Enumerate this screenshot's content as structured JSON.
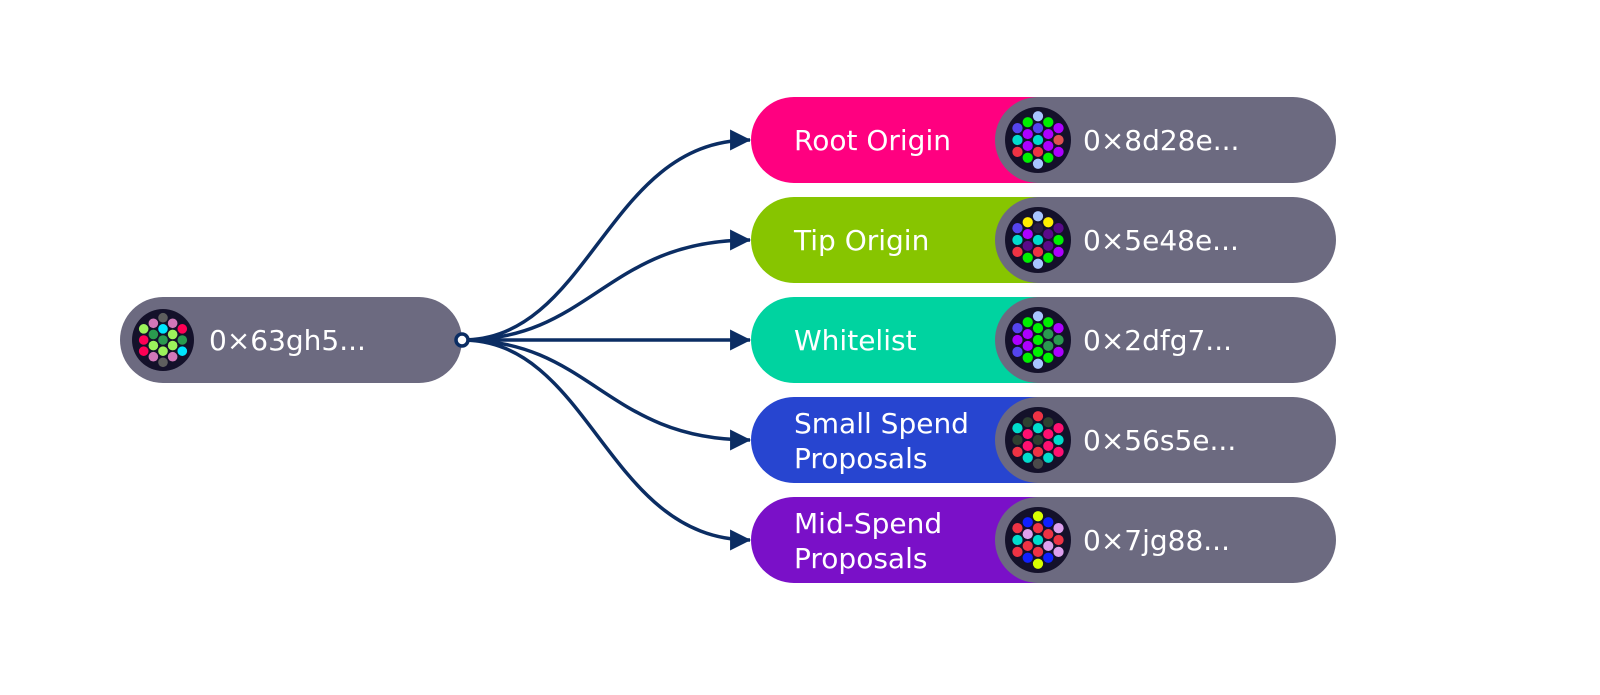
{
  "colors": {
    "pill_gray": "#6c6a80",
    "edge": "#0b2d63",
    "identicon_bg": "#14112a"
  },
  "source": {
    "address": "0×63gh5...",
    "identicon": [
      "#5e5e5e",
      "#d277b8",
      "#d277b8",
      "#9cf25b",
      "#00e6ff",
      "#ff0055",
      "#2a9a4f",
      "#9cf25b",
      "#ff0055",
      "#2a9a4f",
      "#2a9a4f",
      "#9cf25b",
      "#9cf25b",
      "#ff0055",
      "#9cf25b",
      "#00e6ff",
      "#d277b8",
      "#d277b8",
      "#5e5e5e"
    ]
  },
  "targets": [
    {
      "label_lines": [
        "Root Origin"
      ],
      "color": "#ff0080",
      "address": "0×8d28e...",
      "identicon": [
        "#a8c4ff",
        "#00f000",
        "#00f000",
        "#5544ee",
        "#5544ee",
        "#ad00ff",
        "#ad00ff",
        "#ad00ff",
        "#00dccc",
        "#00dccc",
        "#e05050",
        "#ad00ff",
        "#ad00ff",
        "#ee3344",
        "#ee3344",
        "#ad00ff",
        "#00f000",
        "#00f000",
        "#a8c4ff"
      ]
    },
    {
      "label_lines": [
        "Tip Origin"
      ],
      "color": "#87c500",
      "address": "0×5e48e...",
      "identicon": [
        "#a8c4ff",
        "#ffee00",
        "#ffee00",
        "#5544ee",
        "#2a1a44",
        "#5a0a8a",
        "#ad00ff",
        "#5a0a8a",
        "#00dccc",
        "#00dccc",
        "#00f000",
        "#5a0a8a",
        "#5a0a8a",
        "#ee3344",
        "#ee3344",
        "#ad00ff",
        "#00f000",
        "#00f000",
        "#a8c4ff"
      ]
    },
    {
      "label_lines": [
        "Whitelist"
      ],
      "color": "#00d3a0",
      "address": "0×2dfg7...",
      "identicon": [
        "#a8c4ff",
        "#00f000",
        "#00f000",
        "#5544ee",
        "#00f000",
        "#ad00ff",
        "#ad00ff",
        "#2a9a4f",
        "#ad00ff",
        "#00f000",
        "#2a9a4f",
        "#ad00ff",
        "#2a9a4f",
        "#5544ee",
        "#00f000",
        "#ad00ff",
        "#00f000",
        "#00f000",
        "#a8c4ff"
      ]
    },
    {
      "label_lines": [
        "Small Spend",
        "Proposals"
      ],
      "color": "#2745d0",
      "address": "0×56s5e...",
      "identicon": [
        "#ee3344",
        "#2e4030",
        "#2e4030",
        "#00dccc",
        "#00dccc",
        "#ff1070",
        "#ff1070",
        "#ff1070",
        "#2e4030",
        "#2e4030",
        "#00dccc",
        "#ff1070",
        "#ff1070",
        "#ee3344",
        "#ee3344",
        "#ff1070",
        "#00dccc",
        "#00dccc",
        "#4a4a4a"
      ]
    },
    {
      "label_lines": [
        "Mid-Spend",
        "Proposals"
      ],
      "color": "#7a10c8",
      "address": "0×7jg88...",
      "identicon": [
        "#d8ff00",
        "#1020ff",
        "#1020ff",
        "#ee3344",
        "#ee3344",
        "#dda0ee",
        "#dda0ee",
        "#ee3344",
        "#00dccc",
        "#00dccc",
        "#ee3344",
        "#ee3344",
        "#dda0ee",
        "#ee3344",
        "#ee3344",
        "#dda0ee",
        "#1020ff",
        "#1020ff",
        "#d8ff00"
      ]
    }
  ]
}
